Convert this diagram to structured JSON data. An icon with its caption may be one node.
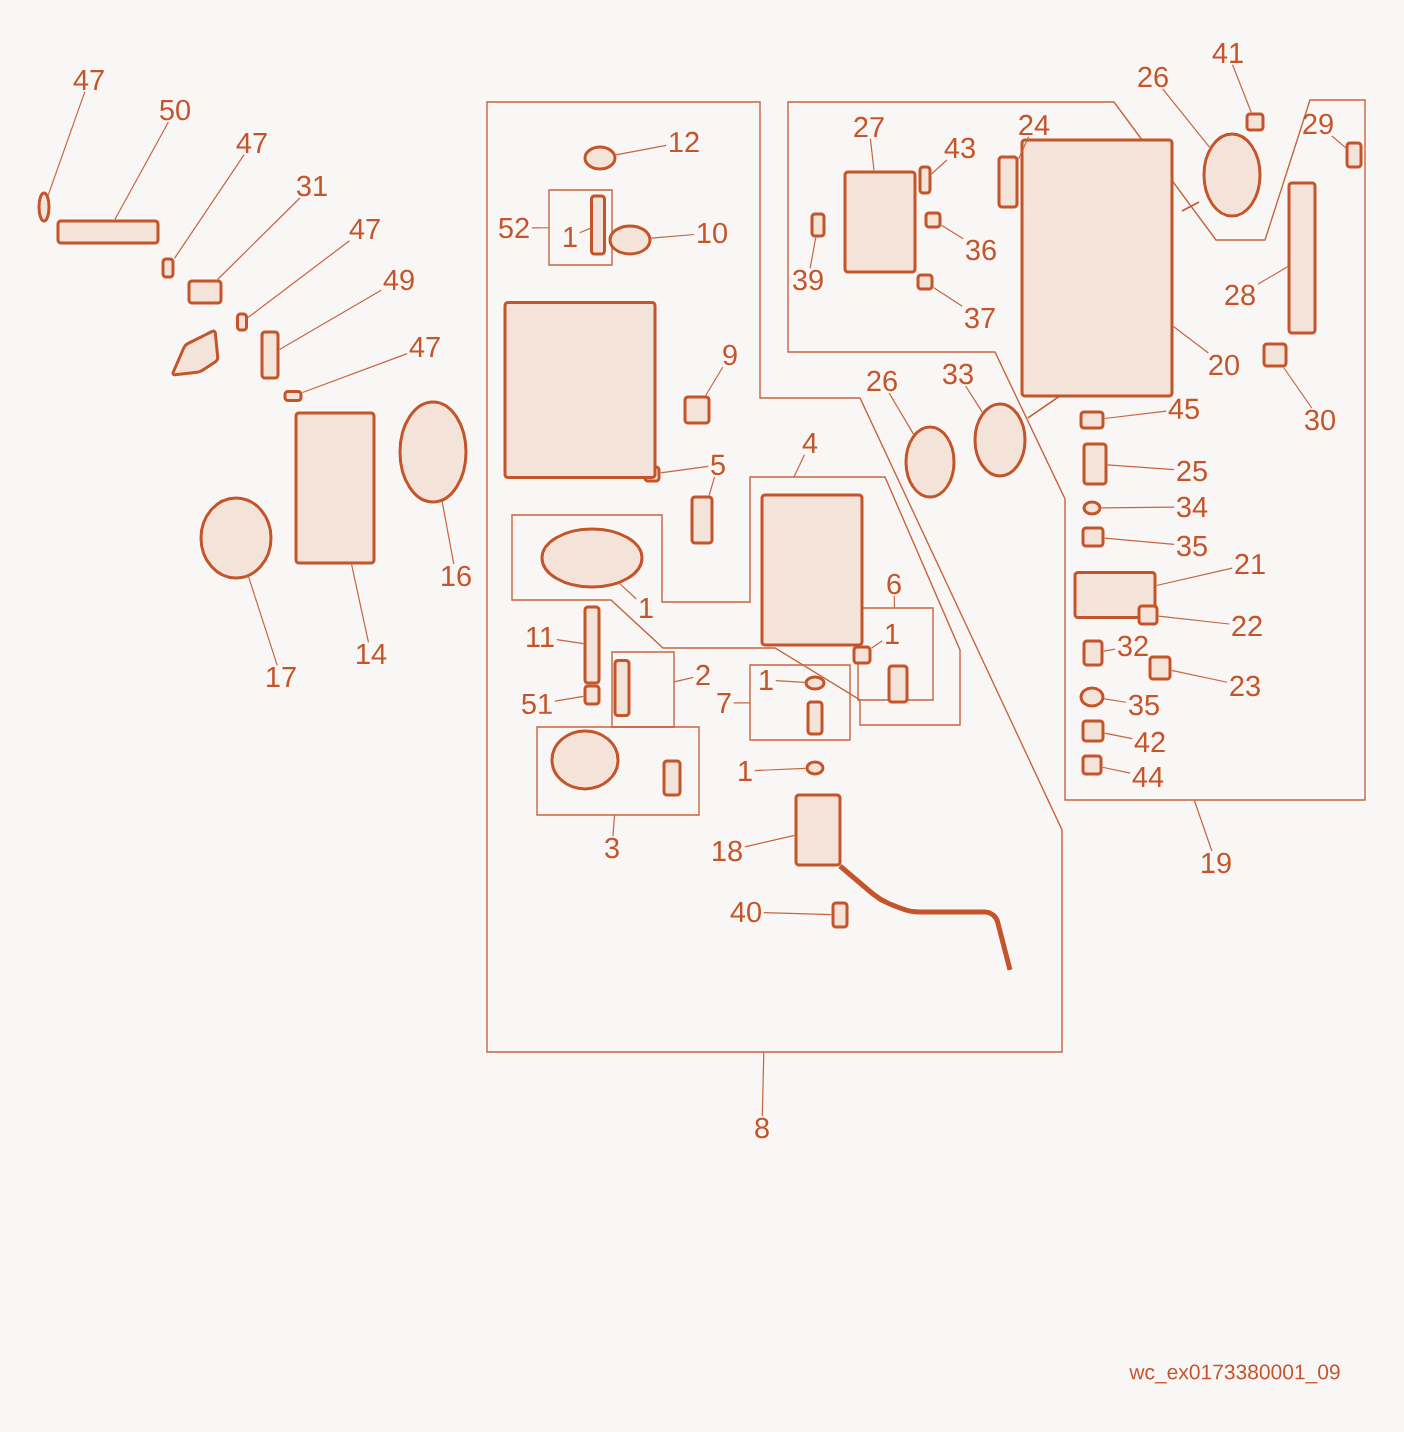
{
  "diagram": {
    "nodes": [
      {
        "text": [
          "47"
        ]
      },
      {
        "text": [],
        "shape": "circle"
      },
      {
        "text": [
          "50"
        ]
      },
      {
        "text": [],
        "shape": "box"
      },
      {
        "text": [
          "47"
        ]
      },
      {
        "text": [],
        "shape": "box"
      },
      {
        "text": [
          "31"
        ]
      },
      {
        "text": [],
        "shape": "box"
      },
      {
        "text": [
          "47"
        ]
      },
      {
        "text": [],
        "shape": "box"
      },
      {
        "text": [
          "49"
        ]
      },
      {
        "text": [],
        "shape": "box"
      },
      {
        "text": [
          "47"
        ]
      },
      {
        "text": [],
        "shape": "box"
      },
      {
        "text": [
          "16"
        ]
      },
      {
        "text": [],
        "shape": "circle"
      },
      {
        "text": [
          "14"
        ]
      },
      {
        "text": [],
        "shape": "box"
      },
      {
        "text": [
          "17"
        ]
      },
      {
        "text": [],
        "shape": "circle"
      },
      {
        "text": [],
        "shape": "box"
      },
      {
        "text": [
          "8"
        ]
      },
      {
        "text": [
          "12"
        ],
        "in": 20
      },
      {
        "text": [],
        "shape": "circle",
        "in": 20
      },
      {
        "text": [],
        "shape": "box",
        "in": 20
      },
      {
        "text": [
          "52"
        ],
        "in": 20
      },
      {
        "text": [
          "1"
        ],
        "in": 24
      },
      {
        "text": [],
        "shape": "box",
        "in": 24
      },
      {
        "text": [
          "10"
        ],
        "in": 20
      },
      {
        "text": [],
        "shape": "circle",
        "in": 20
      },
      {
        "text": [
          "9"
        ],
        "in": 20
      },
      {
        "text": [],
        "shape": "box",
        "in": 20
      },
      {
        "text": [
          "5"
        ],
        "in": 20
      },
      {
        "text": [],
        "shape": "box",
        "in": 20
      },
      {
        "text": [],
        "shape": "box",
        "in": 20
      },
      {
        "text": [],
        "shape": "box",
        "in": 20
      },
      {
        "text": [
          "4"
        ],
        "in": 20
      },
      {
        "text": [
          "1"
        ],
        "in": 35
      },
      {
        "text": [],
        "shape": "circle",
        "in": 35
      },
      {
        "text": [],
        "shape": "box",
        "in": 35
      },
      {
        "text": [],
        "shape": "box",
        "in": 35
      },
      {
        "text": [
          "6"
        ],
        "in": 35
      },
      {
        "text": [
          "1"
        ],
        "in": 40
      },
      {
        "text": [],
        "shape": "box",
        "in": 40
      },
      {
        "text": [],
        "shape": "box",
        "in": 40
      },
      {
        "text": [],
        "shape": "box",
        "in": 20
      },
      {
        "text": [
          "11"
        ],
        "in": 20
      },
      {
        "text": [],
        "shape": "box",
        "in": 20
      },
      {
        "text": [
          "51"
        ],
        "in": 20
      },
      {
        "text": [],
        "shape": "box",
        "in": 20
      },
      {
        "text": [],
        "shape": "box",
        "in": 20
      },
      {
        "text": [
          "2"
        ],
        "in": 20
      },
      {
        "text": [],
        "shape": "box",
        "in": 50
      },
      {
        "text": [],
        "shape": "box",
        "in": 20
      },
      {
        "text": [
          "3"
        ],
        "in": 20
      },
      {
        "text": [],
        "shape": "circle",
        "in": 53
      },
      {
        "text": [],
        "shape": "box",
        "in": 53
      },
      {
        "text": [],
        "shape": "box",
        "in": 20
      },
      {
        "text": [
          "7"
        ],
        "in": 20
      },
      {
        "text": [
          "1"
        ],
        "in": 57
      },
      {
        "text": [],
        "shape": "circle",
        "in": 57
      },
      {
        "text": [],
        "shape": "box",
        "in": 57
      },
      {
        "text": [
          "1"
        ],
        "in": 20
      },
      {
        "text": [],
        "shape": "circle",
        "in": 20
      },
      {
        "text": [
          "18"
        ],
        "in": 20
      },
      {
        "text": [],
        "shape": "box",
        "in": 20
      },
      {
        "text": [
          "40"
        ],
        "in": 20
      },
      {
        "text": [],
        "shape": "box",
        "in": 20
      },
      {
        "text": [],
        "shape": "box"
      },
      {
        "text": [
          "19"
        ]
      },
      {
        "text": [
          "27"
        ],
        "in": 68
      },
      {
        "text": [],
        "shape": "box",
        "in": 68
      },
      {
        "text": [
          "43"
        ],
        "in": 68
      },
      {
        "text": [],
        "shape": "box",
        "in": 68
      },
      {
        "text": [
          "36"
        ],
        "in": 68
      },
      {
        "text": [],
        "shape": "box",
        "in": 68
      },
      {
        "text": [
          "39"
        ],
        "in": 68
      },
      {
        "text": [],
        "shape": "box",
        "in": 68
      },
      {
        "text": [
          "37"
        ],
        "in": 68
      },
      {
        "text": [],
        "shape": "box",
        "in": 68
      },
      {
        "text": [
          "24"
        ],
        "in": 68
      },
      {
        "text": [],
        "shape": "box",
        "in": 68
      },
      {
        "text": [
          "20"
        ],
        "in": 68
      },
      {
        "text": [],
        "shape": "box",
        "in": 68
      },
      {
        "text": [
          "28"
        ],
        "in": 68
      },
      {
        "text": [],
        "shape": "box",
        "in": 68
      },
      {
        "text": [
          "29"
        ],
        "in": 68
      },
      {
        "text": [],
        "shape": "box",
        "in": 68
      },
      {
        "text": [
          "30"
        ],
        "in": 68
      },
      {
        "text": [],
        "shape": "box",
        "in": 68
      },
      {
        "text": [
          "45"
        ],
        "in": 68
      },
      {
        "text": [],
        "shape": "box",
        "in": 68
      },
      {
        "text": [
          "25"
        ],
        "in": 68
      },
      {
        "text": [],
        "shape": "box",
        "in": 68
      },
      {
        "text": [
          "34"
        ],
        "in": 68
      },
      {
        "text": [],
        "shape": "circle",
        "in": 68
      },
      {
        "text": [
          "35"
        ],
        "in": 68
      },
      {
        "text": [],
        "shape": "box",
        "in": 68
      },
      {
        "text": [
          "21"
        ],
        "in": 68
      },
      {
        "text": [],
        "shape": "box",
        "in": 68
      },
      {
        "text": [
          "22"
        ],
        "in": 68
      },
      {
        "text": [],
        "shape": "box",
        "in": 68
      },
      {
        "text": [
          "32"
        ],
        "in": 68
      },
      {
        "text": [],
        "shape": "box",
        "in": 68
      },
      {
        "text": [
          "23"
        ],
        "in": 68
      },
      {
        "text": [],
        "shape": "box",
        "in": 68
      },
      {
        "text": [
          "35"
        ],
        "in": 68
      },
      {
        "text": [],
        "shape": "circle",
        "in": 68
      },
      {
        "text": [
          "42"
        ],
        "in": 68
      },
      {
        "text": [],
        "shape": "box",
        "in": 68
      },
      {
        "text": [
          "44"
        ],
        "in": 68
      },
      {
        "text": [],
        "shape": "box",
        "in": 68
      },
      {
        "text": [
          "26"
        ]
      },
      {
        "text": [],
        "shape": "circle"
      },
      {
        "text": [
          "41"
        ]
      },
      {
        "text": [],
        "shape": "box"
      },
      {
        "text": [
          "26"
        ]
      },
      {
        "text": [],
        "shape": "circle"
      },
      {
        "text": [
          "33"
        ]
      },
      {
        "text": [],
        "shape": "circle"
      }
    ],
    "edges": [
      {
        "from": 0,
        "to": 1,
        "arrow": "none"
      },
      {
        "from": 2,
        "to": 3,
        "arrow": "none"
      },
      {
        "from": 4,
        "to": 5,
        "arrow": "none"
      },
      {
        "from": 6,
        "to": 7,
        "arrow": "none"
      },
      {
        "from": 8,
        "to": 9,
        "arrow": "none"
      },
      {
        "from": 10,
        "to": 11,
        "arrow": "none"
      },
      {
        "from": 12,
        "to": 13,
        "arrow": "none"
      },
      {
        "from": 14,
        "to": 15,
        "arrow": "none"
      },
      {
        "from": 16,
        "to": 17,
        "arrow": "none"
      },
      {
        "from": 18,
        "to": 19,
        "arrow": "none"
      },
      {
        "from": 21,
        "to": 20,
        "arrow": "none"
      },
      {
        "from": 22,
        "to": 23,
        "arrow": "none"
      },
      {
        "from": 25,
        "to": 24,
        "arrow": "none"
      },
      {
        "from": 26,
        "to": 27,
        "arrow": "none"
      },
      {
        "from": 28,
        "to": 29,
        "arrow": "none"
      },
      {
        "from": 30,
        "to": 31,
        "arrow": "none"
      },
      {
        "from": 32,
        "to": 33,
        "arrow": "none"
      },
      {
        "from": 32,
        "to": 34,
        "arrow": "none"
      },
      {
        "from": 36,
        "to": 35,
        "arrow": "none"
      },
      {
        "from": 37,
        "to": 38,
        "arrow": "none"
      },
      {
        "from": 41,
        "to": 40,
        "arrow": "none"
      },
      {
        "from": 42,
        "to": 43,
        "arrow": "none"
      },
      {
        "from": 46,
        "to": 47,
        "arrow": "none"
      },
      {
        "from": 48,
        "to": 49,
        "arrow": "none"
      },
      {
        "from": 51,
        "to": 50,
        "arrow": "none"
      },
      {
        "from": 54,
        "to": 53,
        "arrow": "none"
      },
      {
        "from": 58,
        "to": 57,
        "arrow": "none"
      },
      {
        "from": 59,
        "to": 60,
        "arrow": "none"
      },
      {
        "from": 62,
        "to": 63,
        "arrow": "none"
      },
      {
        "from": 64,
        "to": 65,
        "arrow": "none"
      },
      {
        "from": 66,
        "to": 67,
        "arrow": "none"
      },
      {
        "from": 69,
        "to": 68,
        "arrow": "none"
      },
      {
        "from": 70,
        "to": 71,
        "arrow": "none"
      },
      {
        "from": 72,
        "to": 73,
        "arrow": "none"
      },
      {
        "from": 74,
        "to": 75,
        "arrow": "none"
      },
      {
        "from": 76,
        "to": 77,
        "arrow": "none"
      },
      {
        "from": 78,
        "to": 79,
        "arrow": "none"
      },
      {
        "from": 80,
        "to": 81,
        "arrow": "none"
      },
      {
        "from": 82,
        "to": 83,
        "arrow": "none"
      },
      {
        "from": 84,
        "to": 85,
        "arrow": "none"
      },
      {
        "from": 86,
        "to": 87,
        "arrow": "none"
      },
      {
        "from": 88,
        "to": 89,
        "arrow": "none"
      },
      {
        "from": 90,
        "to": 91,
        "arrow": "none"
      },
      {
        "from": 92,
        "to": 93,
        "arrow": "none"
      },
      {
        "from": 94,
        "to": 95,
        "arrow": "none"
      },
      {
        "from": 96,
        "to": 97,
        "arrow": "none"
      },
      {
        "from": 98,
        "to": 99,
        "arrow": "none"
      },
      {
        "from": 100,
        "to": 101,
        "arrow": "none"
      },
      {
        "from": 102,
        "to": 103,
        "arrow": "none"
      },
      {
        "from": 104,
        "to": 105,
        "arrow": "none"
      },
      {
        "from": 106,
        "to": 107,
        "arrow": "none"
      },
      {
        "from": 108,
        "to": 109,
        "arrow": "none"
      },
      {
        "from": 110,
        "to": 111,
        "arrow": "none"
      },
      {
        "from": 112,
        "to": 113,
        "arrow": "none"
      },
      {
        "from": 114,
        "to": 115,
        "arrow": "none"
      },
      {
        "from": 116,
        "to": 117,
        "arrow": "none"
      },
      {
        "from": 118,
        "to": 119,
        "arrow": "none"
      }
    ],
    "labels": [
      "wc_ex0173380001_09"
    ]
  }
}
